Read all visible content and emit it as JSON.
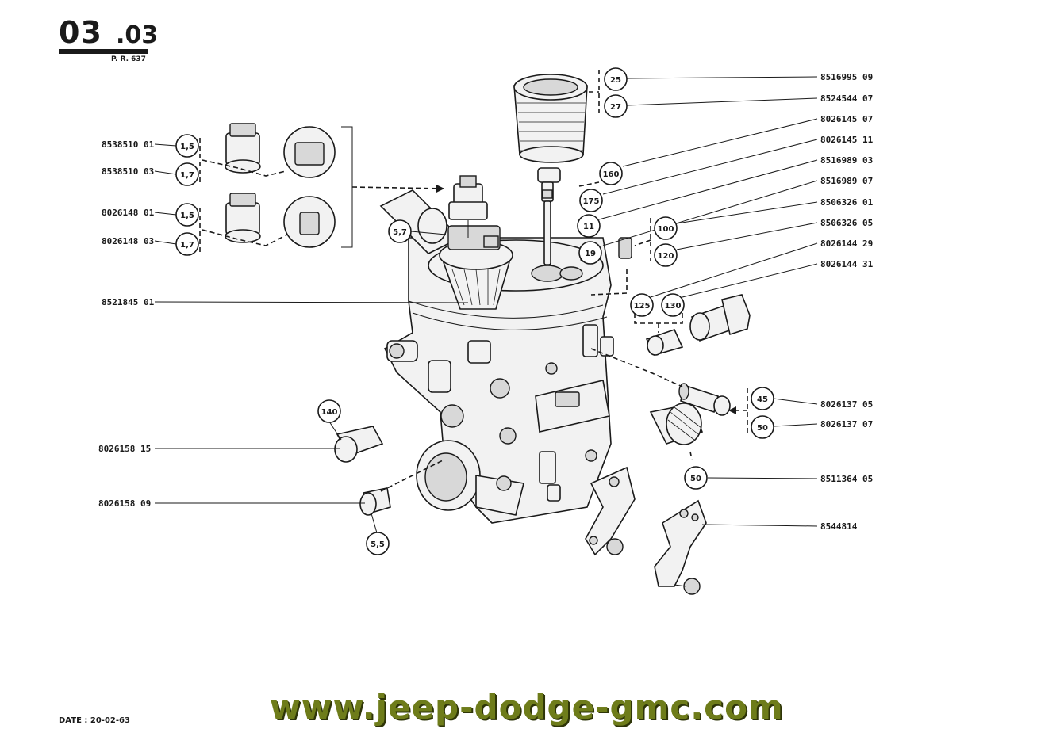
{
  "header": {
    "section_main": "03",
    "section_sub": ".03",
    "reference": "P. R. 637"
  },
  "footer": {
    "date": "DATE : 20-02-63",
    "website": "www.jeep-dodge-gmc.com"
  },
  "callouts": [
    {
      "id": "c1",
      "bubble": "1,5",
      "part": "8538510 01"
    },
    {
      "id": "c2",
      "bubble": "1,7",
      "part": "8538510 03"
    },
    {
      "id": "c3",
      "bubble": "1,5",
      "part": "8026148 01"
    },
    {
      "id": "c4",
      "bubble": "1,7",
      "part": "8026148 03"
    },
    {
      "id": "c5",
      "bubble": "",
      "part": "8521845 01"
    },
    {
      "id": "c6",
      "bubble": "5,7",
      "part": ""
    },
    {
      "id": "c7",
      "bubble": "140",
      "part": "8026158 15"
    },
    {
      "id": "c8",
      "bubble": "5,5",
      "part": "8026158 09"
    },
    {
      "id": "c9",
      "bubble": "25",
      "part": "8516995 09"
    },
    {
      "id": "c10",
      "bubble": "27",
      "part": "8524544 07"
    },
    {
      "id": "c11",
      "bubble": "160",
      "part": "8026145 07"
    },
    {
      "id": "c12",
      "bubble": "175",
      "part": "8026145 11"
    },
    {
      "id": "c13",
      "bubble": "11",
      "part": "8516989 03"
    },
    {
      "id": "c14",
      "bubble": "19",
      "part": "8516989 07"
    },
    {
      "id": "c15",
      "bubble": "100",
      "part": "8506326 01"
    },
    {
      "id": "c16",
      "bubble": "120",
      "part": "8506326 05"
    },
    {
      "id": "c17",
      "bubble": "125",
      "part": "8026144 29"
    },
    {
      "id": "c18",
      "bubble": "130",
      "part": "8026144 31"
    },
    {
      "id": "c19",
      "bubble": "45",
      "part": "8026137 05"
    },
    {
      "id": "c20",
      "bubble": "50",
      "part": "8026137 07"
    },
    {
      "id": "c21",
      "bubble": "50",
      "part": "8511364 05"
    },
    {
      "id": "c22",
      "bubble": "",
      "part": "8544814"
    }
  ]
}
